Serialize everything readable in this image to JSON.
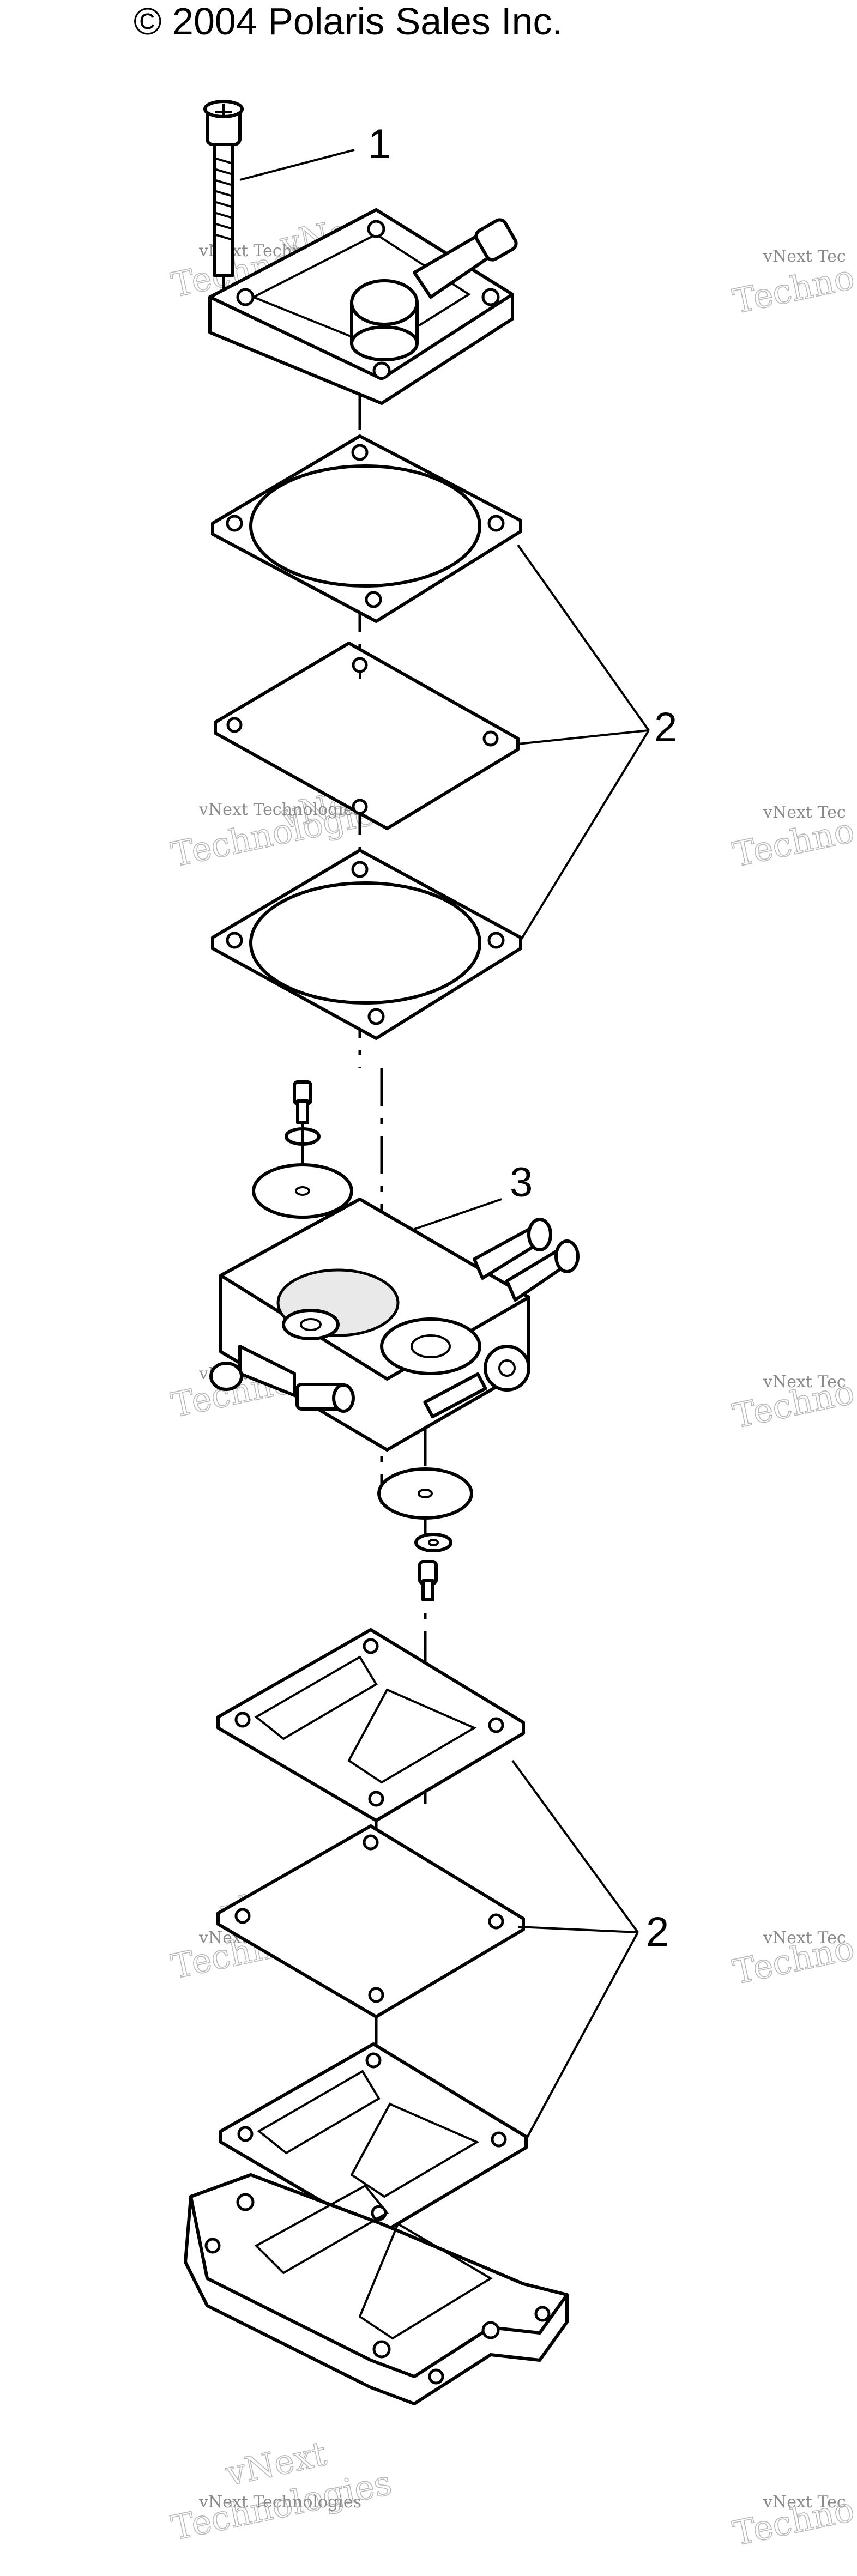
{
  "copyright": "© 2004 Polaris Sales Inc.",
  "callouts": [
    {
      "id": "1",
      "label": "1"
    },
    {
      "id": "2-top",
      "label": "2"
    },
    {
      "id": "3",
      "label": "3"
    },
    {
      "id": "2-bottom",
      "label": "2"
    }
  ],
  "watermark": {
    "line1": "vNext Technologies",
    "line2": "Technologies",
    "line3": "vNext",
    "right_line1": "vNext Tec",
    "right_line2": "Techno"
  }
}
